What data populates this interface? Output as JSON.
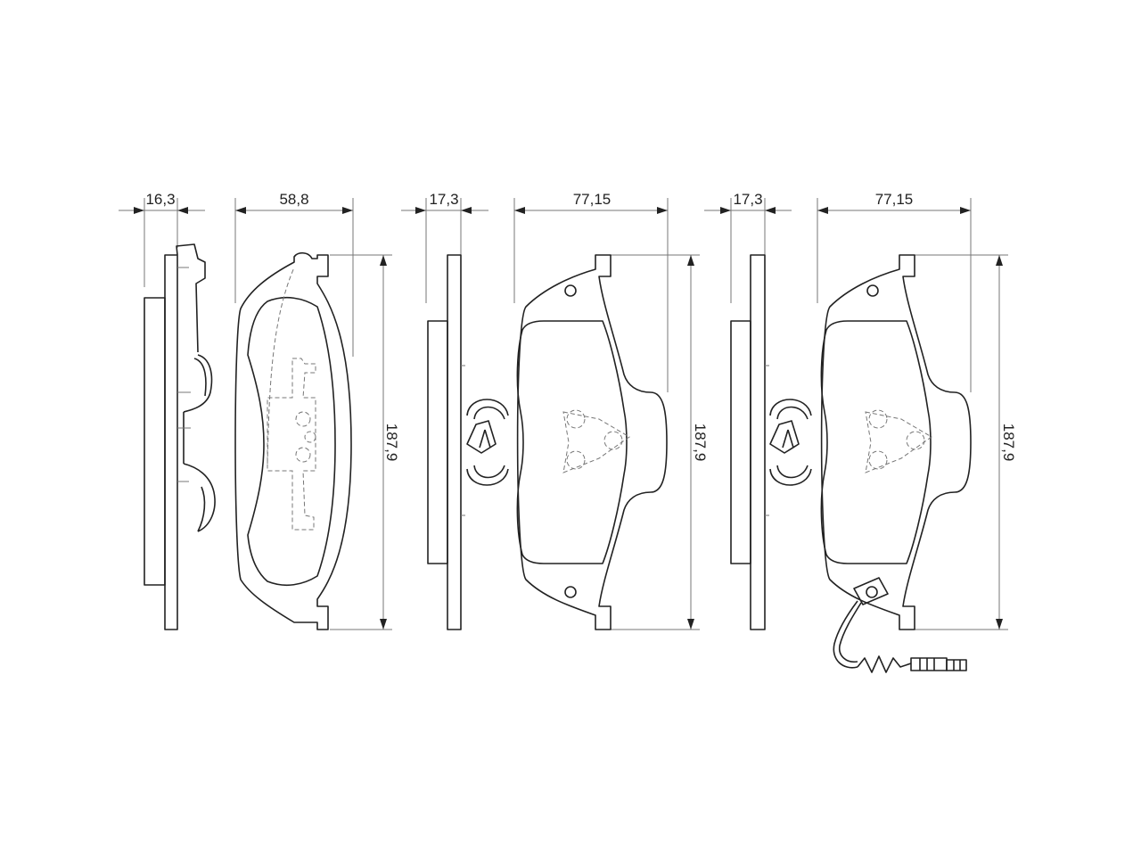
{
  "dimensions": {
    "pad1_thickness": "16,3",
    "pad1_width": "58,8",
    "pad1_height": "187,9",
    "pad2_thickness": "17,3",
    "pad2_width": "77,15",
    "pad2_height": "187,9",
    "pad3_thickness": "17,3",
    "pad3_width": "77,15",
    "pad3_height": "187,9"
  }
}
